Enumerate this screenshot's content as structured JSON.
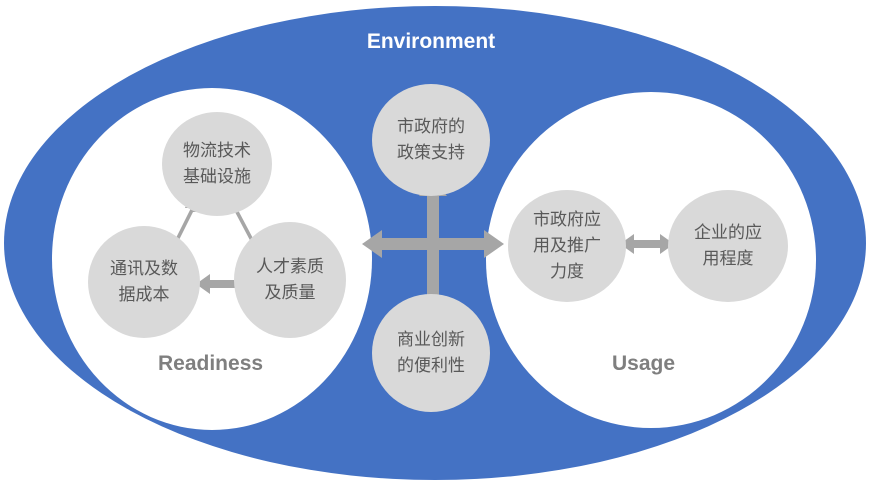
{
  "diagram": {
    "outer_label": "Environment",
    "left_label": "Readiness",
    "right_label": "Usage",
    "nodes": {
      "logistics": "物流技术\n基础设施",
      "telecom": "通讯及数\n据成本",
      "talent": "人才素质\n及质量",
      "gov_policy": "市政府的\n政策支持",
      "biz_innovation": "商业创新\n的便利性",
      "gov_application": "市政府应\n用及推广\n力度",
      "enterprise_usage": "企业的应\n用程度"
    }
  },
  "colors": {
    "environment": "#4472c4",
    "node_fill": "#d9d9d9",
    "node_text": "#595959",
    "arrow": "#a6a6a6",
    "label_text": "#7f7f7f"
  }
}
